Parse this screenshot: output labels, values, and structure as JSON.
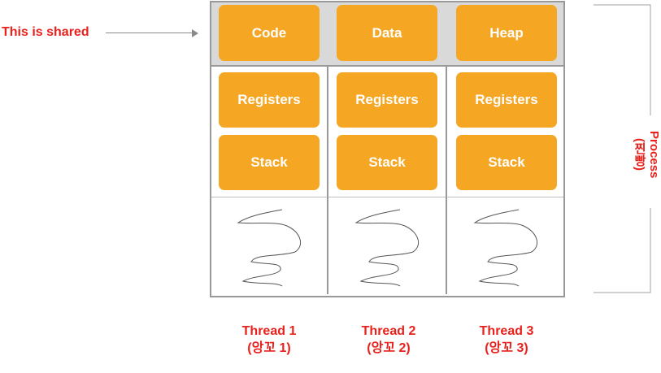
{
  "annotation": {
    "shared_label": "This is shared"
  },
  "shared_segments": [
    "Code",
    "Data",
    "Heap"
  ],
  "threads": [
    {
      "registers": "Registers",
      "stack": "Stack",
      "name": "Thread 1",
      "korean": "(앙꼬 1)"
    },
    {
      "registers": "Registers",
      "stack": "Stack",
      "name": "Thread 2",
      "korean": "(앙꼬 2)"
    },
    {
      "registers": "Registers",
      "stack": "Stack",
      "name": "Thread 3",
      "korean": "(앙꼬 3)"
    }
  ],
  "process": {
    "label": "Process",
    "korean": "(찐빵)"
  },
  "colors": {
    "box": "#f5a623",
    "label": "#e8211c",
    "shared_band": "#d9d9d9",
    "border": "#999999"
  }
}
